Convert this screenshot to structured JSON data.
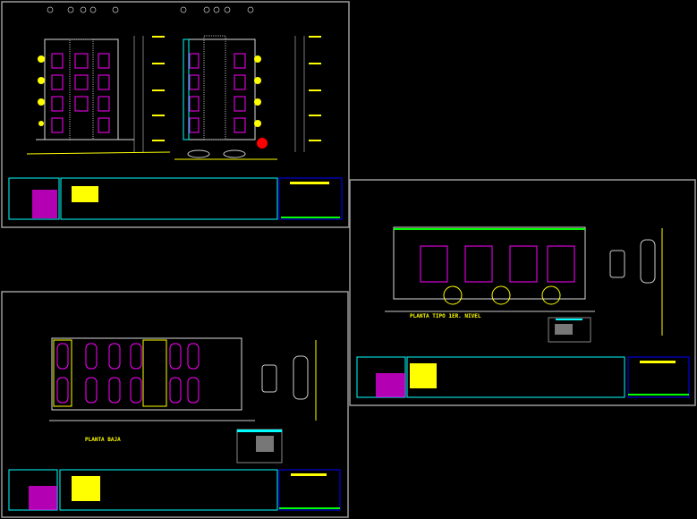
{
  "drawing": {
    "sheets": [
      {
        "name": "elevations"
      },
      {
        "name": "ground-floor-plan",
        "label": "PLANTA BAJA"
      },
      {
        "name": "typical-floor-plan",
        "label": "PLANTA TIPO 1ER. NIVEL"
      }
    ],
    "colors": {
      "background": "#000000",
      "sheet_border": "#9a9a9a",
      "yellow": "#ffff00",
      "magenta": "#ff00ff",
      "cyan": "#00ffff",
      "green": "#00ff00",
      "blue": "#0000ff",
      "red": "#ff0000"
    }
  }
}
